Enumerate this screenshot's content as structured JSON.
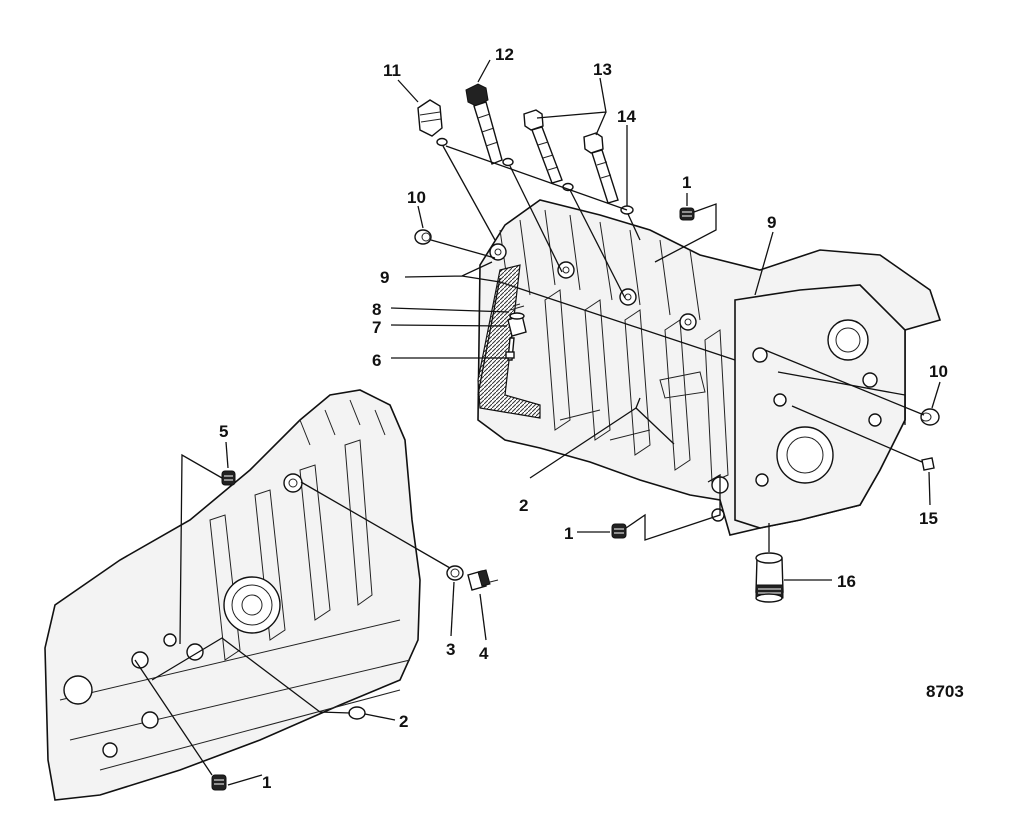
{
  "figure_number": "8703",
  "callouts": [
    {
      "id": "c11",
      "text": "11"
    },
    {
      "id": "c12",
      "text": "12"
    },
    {
      "id": "c13",
      "text": "13"
    },
    {
      "id": "c14",
      "text": "14"
    },
    {
      "id": "c1-top",
      "text": "1"
    },
    {
      "id": "c10-left",
      "text": "10"
    },
    {
      "id": "c9-left",
      "text": "9"
    },
    {
      "id": "c9-right",
      "text": "9"
    },
    {
      "id": "c8",
      "text": "8"
    },
    {
      "id": "c7",
      "text": "7"
    },
    {
      "id": "c6",
      "text": "6"
    },
    {
      "id": "c10-right",
      "text": "10"
    },
    {
      "id": "c15",
      "text": "15"
    },
    {
      "id": "c16",
      "text": "16"
    },
    {
      "id": "c2-upper",
      "text": "2"
    },
    {
      "id": "c1-mid",
      "text": "1"
    },
    {
      "id": "c5",
      "text": "5"
    },
    {
      "id": "c3",
      "text": "3"
    },
    {
      "id": "c4",
      "text": "4"
    },
    {
      "id": "c2-lower",
      "text": "2"
    },
    {
      "id": "c1-bottom",
      "text": "1"
    }
  ]
}
